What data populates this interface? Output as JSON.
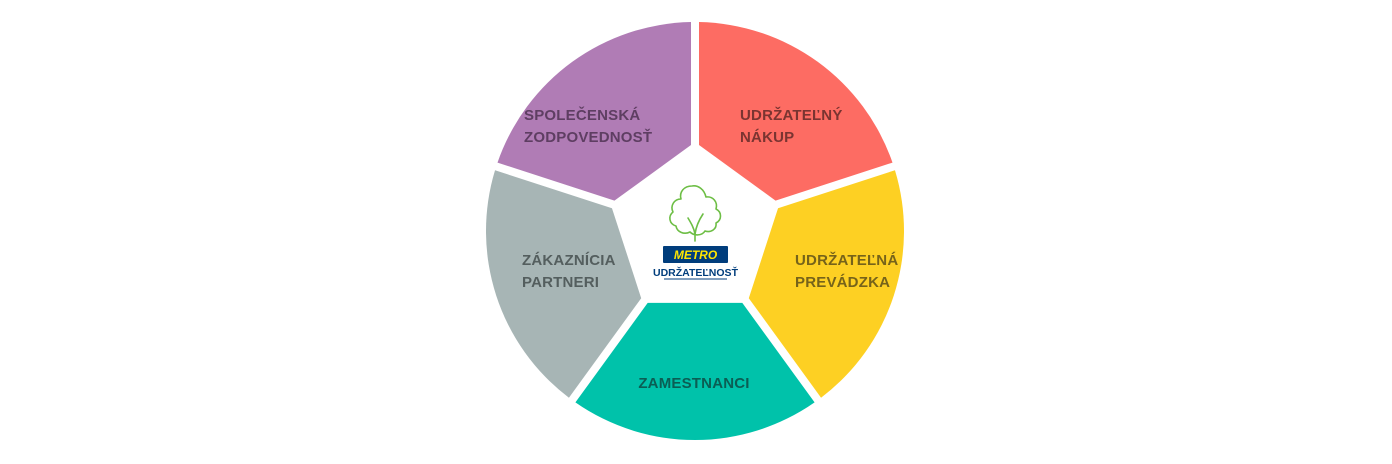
{
  "segments": [
    {
      "id": "udrzatelny-nakup",
      "lines": [
        "UDRŽATEĽNÝ",
        "NÁKUP"
      ],
      "color": "#FD6C63",
      "text_color": "#7A3431"
    },
    {
      "id": "udrzatelna-prevadzka",
      "lines": [
        "UDRŽATEĽNÁ",
        "PREVÁDZKA"
      ],
      "color": "#FDD023",
      "text_color": "#76631A"
    },
    {
      "id": "zamestnanci",
      "lines": [
        "ZAMESTNANCI"
      ],
      "color": "#00C2AA",
      "text_color": "#0B5E54"
    },
    {
      "id": "zakaznicia-partneri",
      "lines": [
        "ZÁKAZNÍCIA",
        "PARTNERI"
      ],
      "color": "#A7B5B5",
      "text_color": "#545E5E"
    },
    {
      "id": "spolocenska-zodpovednost",
      "lines": [
        "SPOLEČENSKÁ",
        "ZODPOVEDNOSŤ"
      ],
      "color": "#B07CB5",
      "text_color": "#5E3E62"
    }
  ],
  "center_logo": {
    "icon": "tree-icon",
    "brand": "METRO",
    "subtitle": "UDRŽATEĽNOSŤ",
    "brand_bg": "#003D7C",
    "brand_text": "#FFE600",
    "subtitle_color": "#003D7C",
    "tree_color": "#6DBE45"
  }
}
